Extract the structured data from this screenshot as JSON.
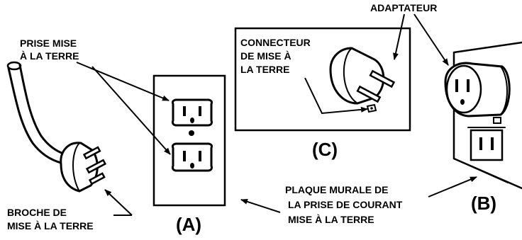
{
  "labels": {
    "grounded_outlet": [
      "PRISE MISE",
      "À LA TERRE"
    ],
    "grounding_pin": [
      "BROCHE DE",
      "MISE À LA TERRE"
    ],
    "grounding_connector": [
      "CONNECTEUR",
      "DE MISE À",
      "LA TERRE"
    ],
    "adapter": "ADAPTATEUR",
    "wall_plate": [
      "PLAQUE MURALE DE",
      "LA PRISE DE COURANT",
      "MISE À LA TERRE"
    ]
  },
  "panels": {
    "a": "(A)",
    "b": "(B)",
    "c": "(C)"
  }
}
